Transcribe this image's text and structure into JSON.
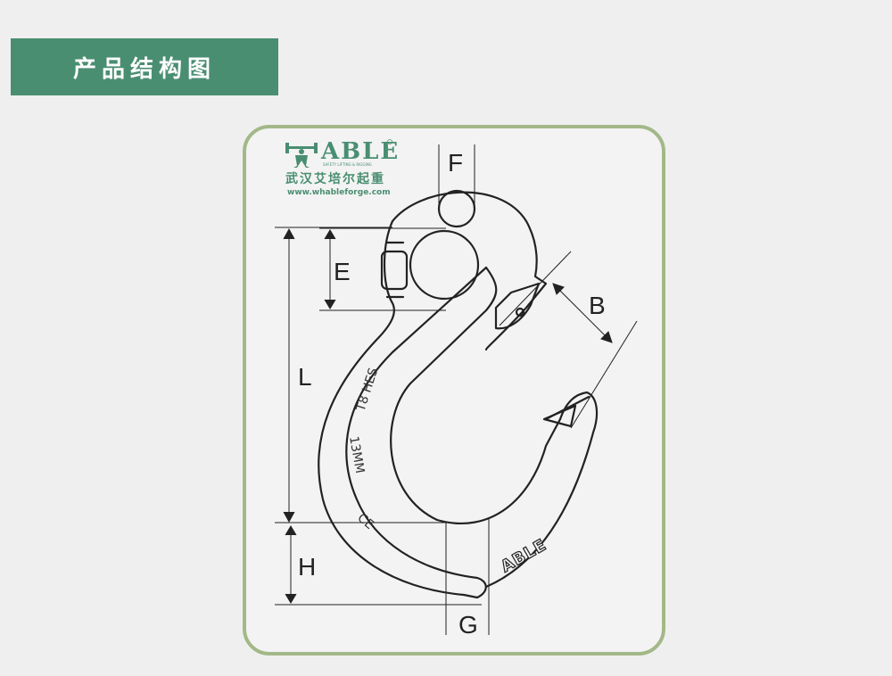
{
  "header": {
    "title": "产品结构图"
  },
  "logo": {
    "brand": "ABLE",
    "tagline": "SAFETY LIFTING & RIGGING",
    "name_cn": "武汉艾培尔起重",
    "url": "www.whableforge.com"
  },
  "diagram": {
    "labels": {
      "F": "F",
      "E": "E",
      "B": "B",
      "L": "L",
      "H": "H",
      "G": "G"
    },
    "engravings": {
      "grade": "T8 HES",
      "size": "13MM",
      "ce": "CE",
      "brand": "ABLE"
    }
  },
  "colors": {
    "banner": "#4a8e72",
    "panel_border": "#a3b888",
    "line": "#222222"
  }
}
